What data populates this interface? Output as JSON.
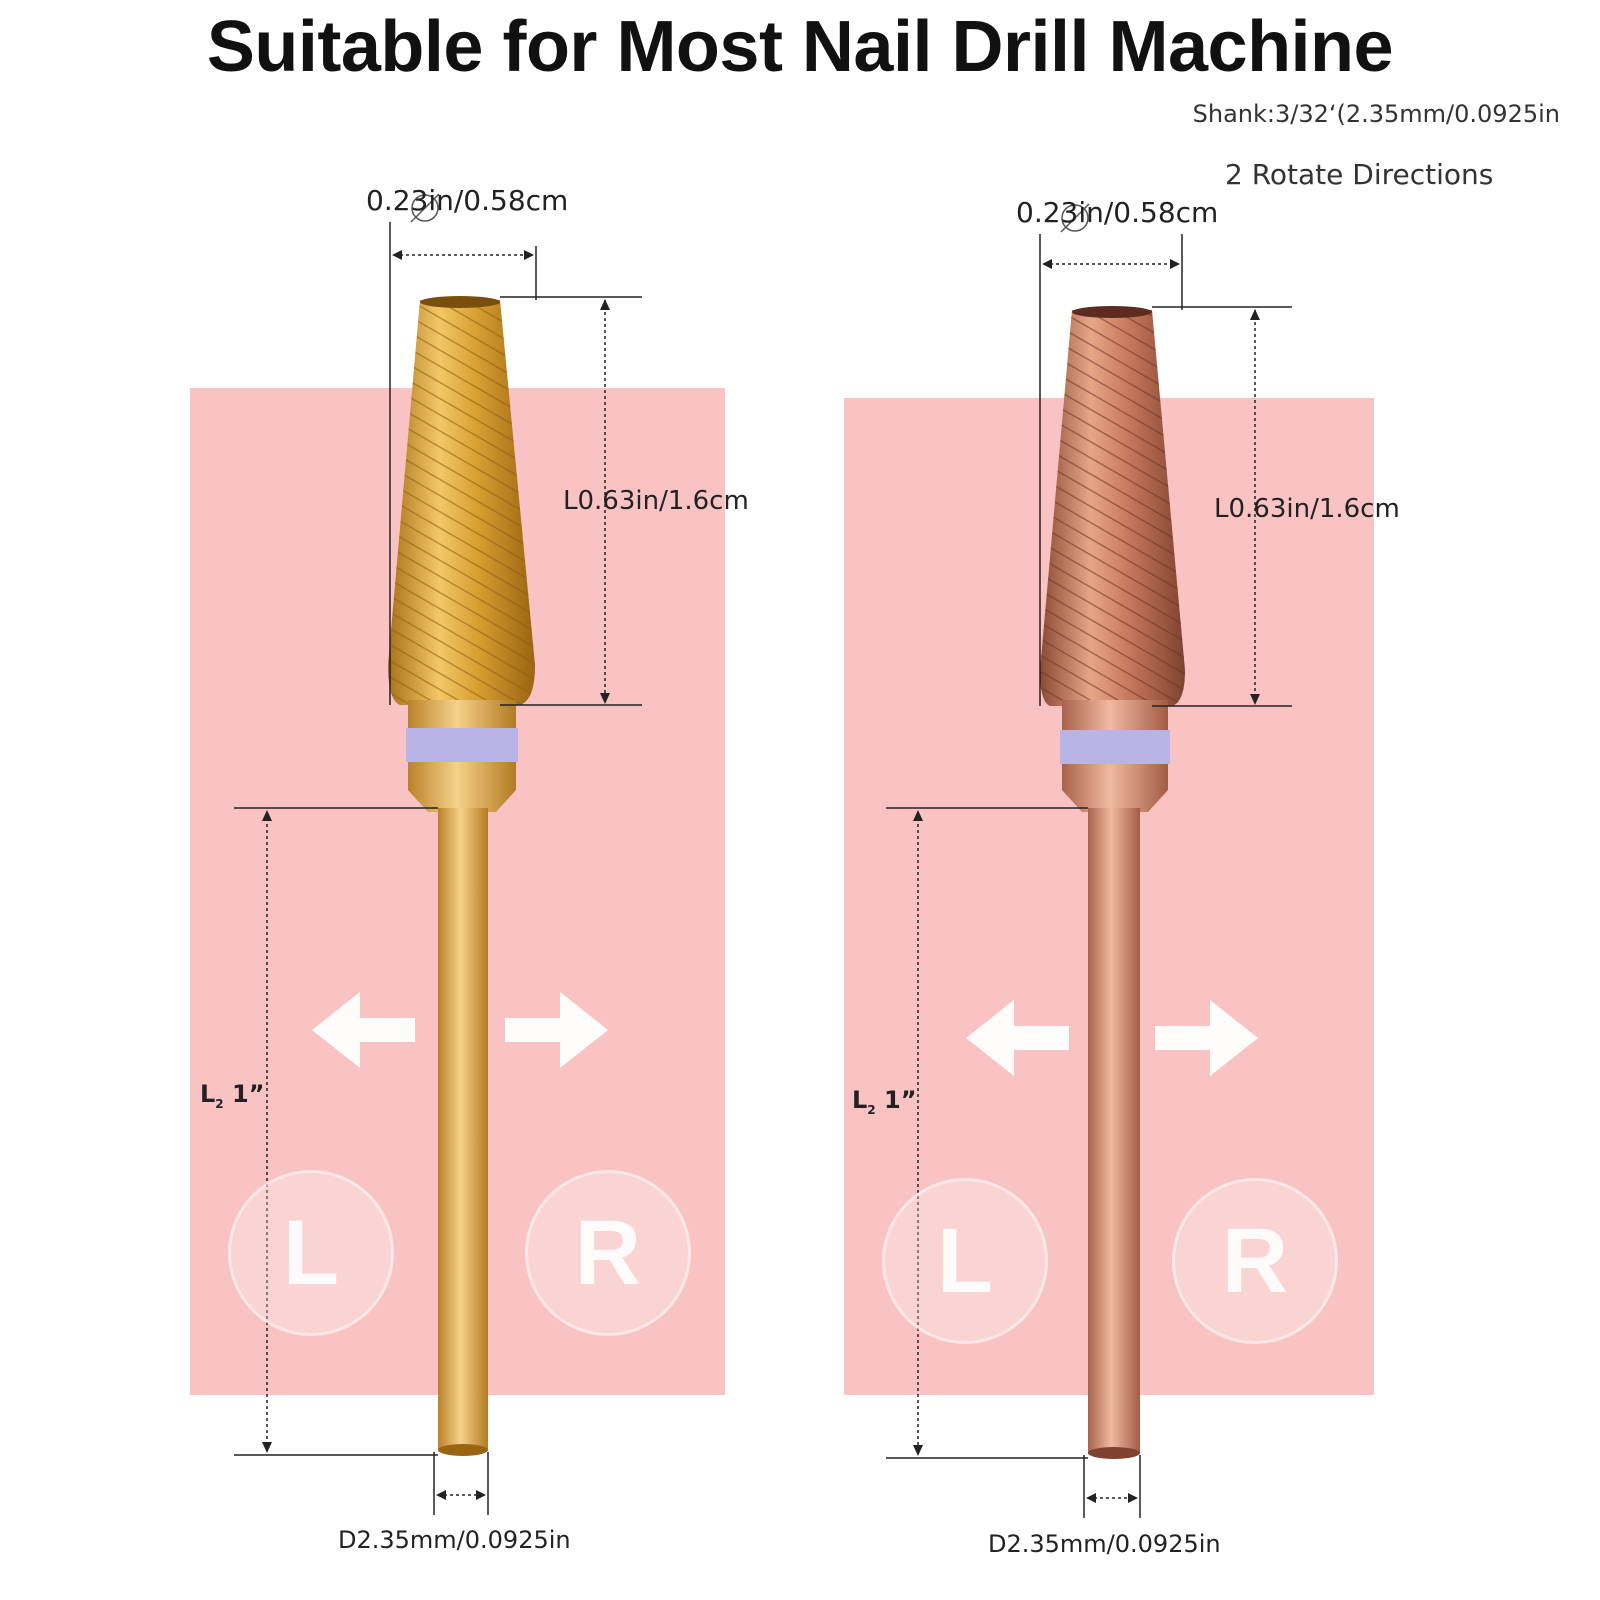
{
  "header": {
    "title": "Suitable for Most Nail Drill Machine",
    "shank_note": "Shank:3/32‘(2.35mm/0.0925in",
    "rotate_note": "2 Rotate Directions"
  },
  "colors": {
    "background": "#ffffff",
    "panel_pink": "#f9c3c3",
    "gold_bit": "#d9a032",
    "rose_bit": "#c97a5e",
    "band": "#b9b4e8"
  },
  "bits": [
    {
      "finish": "gold",
      "diameter_label": "0.23in/0.58cm",
      "length_label": "L0.63in/1.6cm",
      "shank_label_prefix": "L",
      "shank_label_sub": "2",
      "shank_label_value": "1”",
      "shank_diameter_label": "D2.35mm/0.0925in",
      "left_letter": "L",
      "right_letter": "R",
      "left_arrow_icon": "arrow-left-icon",
      "right_arrow_icon": "arrow-right-icon"
    },
    {
      "finish": "rose-gold",
      "diameter_label": "0.23in/0.58cm",
      "length_label": "L0.63in/1.6cm",
      "shank_label_prefix": "L",
      "shank_label_sub": "2",
      "shank_label_value": "1”",
      "shank_diameter_label": "D2.35mm/0.0925in",
      "left_letter": "L",
      "right_letter": "R",
      "left_arrow_icon": "arrow-left-icon",
      "right_arrow_icon": "arrow-right-icon"
    }
  ]
}
